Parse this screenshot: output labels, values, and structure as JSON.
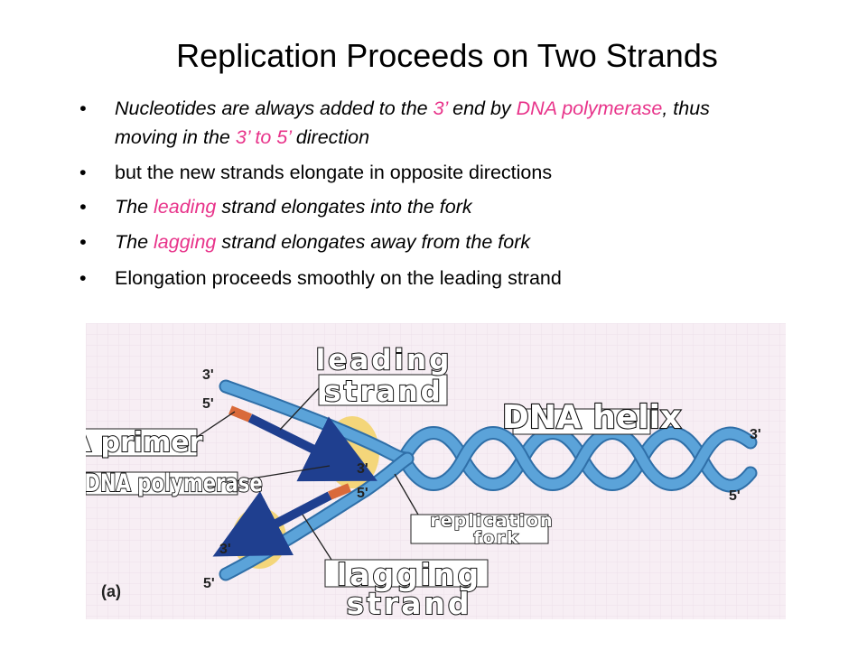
{
  "slide": {
    "title": "Replication Proceeds on Two Strands",
    "bullets": {
      "b1": {
        "t1": "Nucleotides are always added to the ",
        "t2": "3’",
        "t3": " end by ",
        "t4": "DNA polymerase",
        "t5": ", thus moving in the ",
        "t6": "3’ to 5’",
        "t7": " direction"
      },
      "b2": {
        "t1": "but the new strands elongate in opposite directions"
      },
      "b3": {
        "t1": "The ",
        "t2": "leading",
        "t3": " strand elongates into the fork"
      },
      "b4": {
        "t1": "The ",
        "t2": "lagging",
        "t3": " strand elongates away from the fork"
      },
      "b5": {
        "t1": "Elongation proceeds smoothly on the leading strand"
      }
    }
  },
  "figure": {
    "panel_label": "(a)",
    "labels": {
      "leading_1": "leading",
      "leading_2": "strand",
      "dna_helix": "DNA helix",
      "rna_primer": "RNA primer",
      "dna_polymerase": "DNA polymerase",
      "replication_1": "replication",
      "replication_2": "fork",
      "lagging_1": "lagging",
      "lagging_2": "strand"
    },
    "ends": {
      "top_left_3": "3'",
      "top_left_5": "5'",
      "mid_3": "3'",
      "mid_5": "5'",
      "bottom_left_3": "3'",
      "bottom_left_5": "5'",
      "right_3": "3'",
      "right_5": "5'"
    },
    "colors": {
      "strand": "#5ba3d9",
      "strand_edge": "#2f6fa8",
      "new_strand": "#1f3f8f",
      "primer": "#d96a3a",
      "enzyme": "#f4d67a",
      "background": "#f7eef4",
      "accent_text": "#e8338a"
    }
  }
}
